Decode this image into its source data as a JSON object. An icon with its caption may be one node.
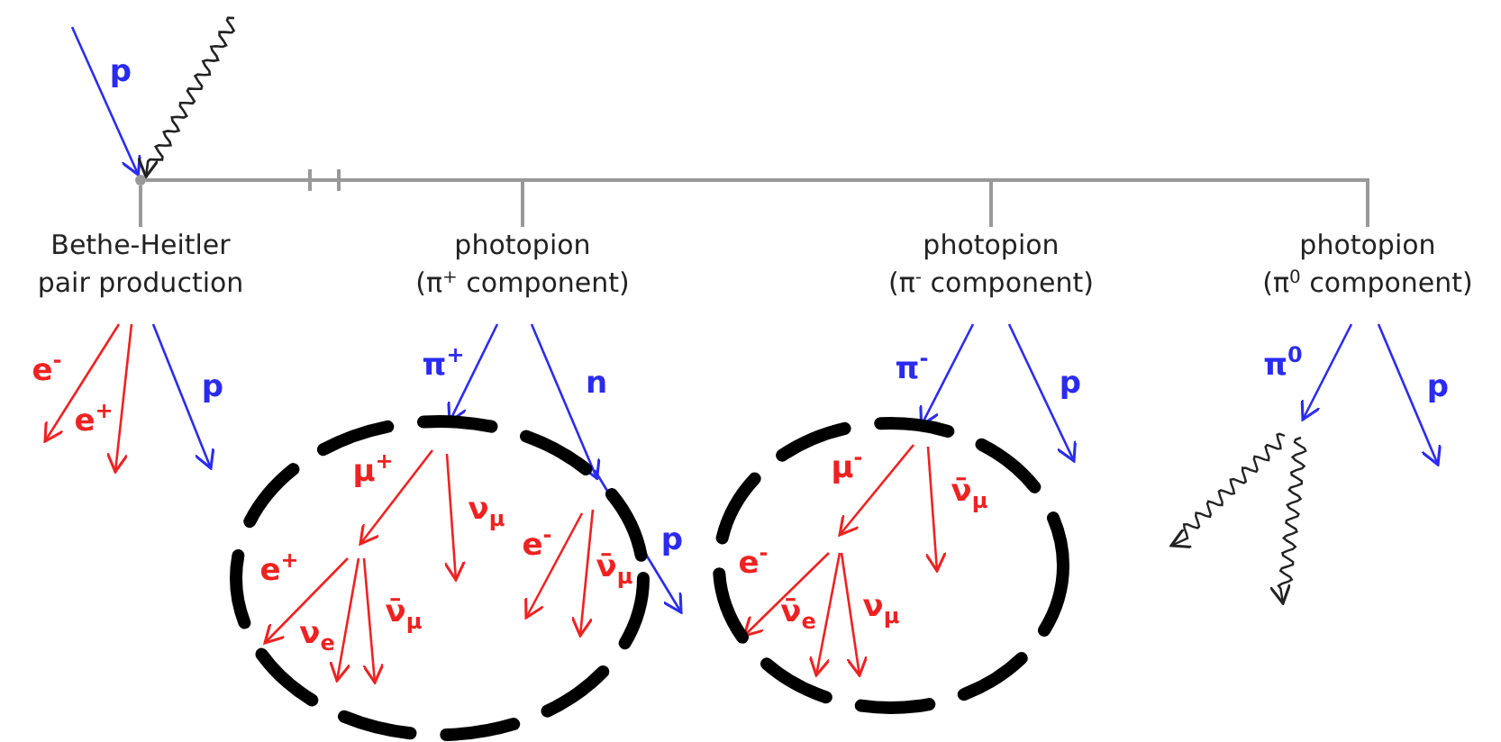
{
  "diagram": {
    "nodes": [
      {
        "text": [],
        "shape": "dot"
      },
      {
        "text": [
          "Bethe-Heitler pair production"
        ]
      },
      {
        "text": [
          "photopion",
          "(π$^{+}$ component)"
        ]
      },
      {
        "text": [
          "photopion",
          "(π$^{-}$ component)"
        ]
      },
      {
        "text": [
          "photopion",
          "(π$^{0}$ component)"
        ]
      },
      {
        "text": [],
        "shape": "ellipse"
      },
      {
        "text": [],
        "shape": "ellipse"
      }
    ],
    "edges": [
      {
        "from": null,
        "to": 0,
        "arrow": "to",
        "label": "p",
        "color": "#2b2bf0"
      },
      {
        "from": null,
        "to": 0,
        "arrow": "to",
        "color": "#222222"
      },
      {
        "from": 0,
        "to": 1,
        "arrow": "none",
        "color": "#999999"
      },
      {
        "from": 0,
        "to": 2,
        "arrow": "none",
        "color": "#999999"
      },
      {
        "from": 0,
        "to": 3,
        "arrow": "none",
        "color": "#999999"
      },
      {
        "from": 0,
        "to": 4,
        "arrow": "none",
        "color": "#999999"
      },
      {
        "from": 1,
        "to": null,
        "arrow": "to",
        "label": "e$^{-}$",
        "color": "#ee2222"
      },
      {
        "from": 1,
        "to": null,
        "arrow": "to",
        "label": "e$^{+}$",
        "color": "#ee2222"
      },
      {
        "from": 1,
        "to": null,
        "arrow": "to",
        "label": "p",
        "color": "#2b2bf0"
      },
      {
        "from": 2,
        "to": 5,
        "arrow": "to",
        "label": "π$^{+}$",
        "color": "#2b2bf0"
      },
      {
        "from": 2,
        "to": 5,
        "arrow": "to",
        "label": "n",
        "color": "#2b2bf0"
      },
      {
        "from": 3,
        "to": 6,
        "arrow": "to",
        "label": "π$^{-}$",
        "color": "#2b2bf0"
      },
      {
        "from": 3,
        "to": null,
        "arrow": "to",
        "label": "p",
        "color": "#2b2bf0"
      },
      {
        "from": 4,
        "to": null,
        "arrow": "to",
        "label": "π$^{0}$",
        "color": "#2b2bf0"
      },
      {
        "from": 4,
        "to": null,
        "arrow": "to",
        "label": "p",
        "color": "#2b2bf0"
      },
      {
        "from": 5,
        "to": null,
        "arrow": "to",
        "label": "p",
        "color": "#2b2bf0"
      }
    ],
    "labels": [
      "μ$^{+}$",
      "ν$_{μ}$",
      "e$^{+}$",
      "ν̄$_{μ}$",
      "ν$_{e}$",
      "e$^{-}$",
      "ν̄$_{μ}$",
      "μ$^{-}$",
      "ν̄$_{μ}$",
      "e$^{-}$",
      "ν̄$_{e}$",
      "ν$_{μ}$"
    ]
  }
}
